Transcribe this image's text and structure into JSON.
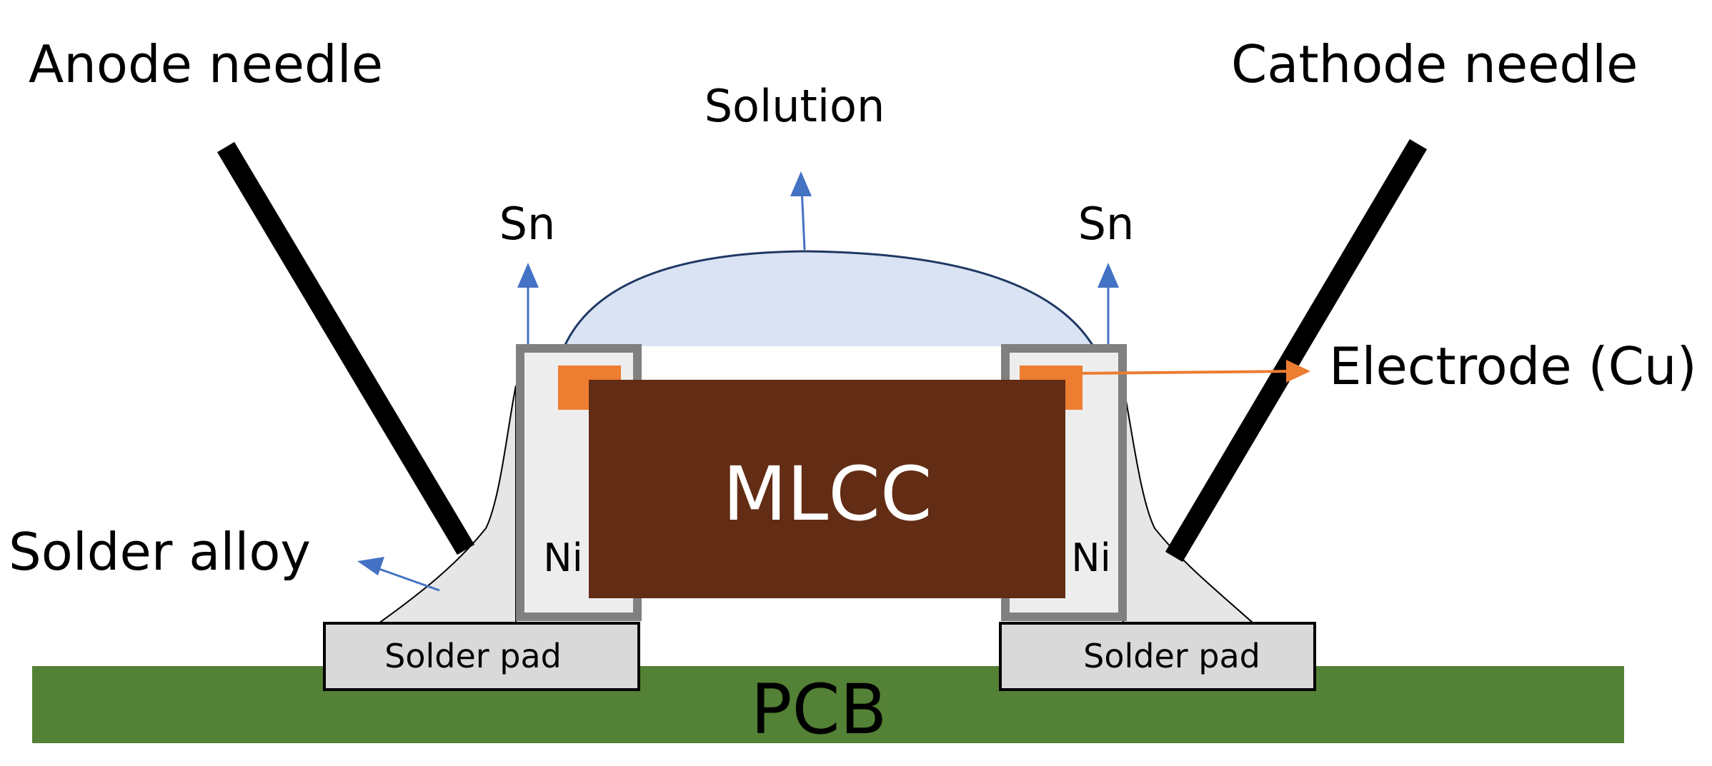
{
  "labels": {
    "anode_needle": "Anode needle",
    "cathode_needle": "Cathode needle",
    "solution": "Solution",
    "sn_left": "Sn",
    "sn_right": "Sn",
    "electrode": "Electrode (Cu)",
    "mlcc": "MLCC",
    "solder_alloy": "Solder alloy",
    "ni_left": "Ni",
    "ni_right": "Ni",
    "solder_pad_left": "Solder pad",
    "solder_pad_right": "Solder pad",
    "pcb": "PCB"
  },
  "colors": {
    "pcb": "#538135",
    "mlcc": "#632C14",
    "solution_fill": "#DAE3F3",
    "solution_stroke": "#1F3864",
    "electrode": "#ED7D31",
    "ni_frame": "#808080",
    "ni_fill": "#EDEDED",
    "solder_fill": "#E7E6E6",
    "pad_fill": "#D9D9D9",
    "needle": "#000000",
    "arrow_blue": "#4472C4",
    "arrow_orange": "#ED7D31",
    "text": "#000000",
    "mlcc_text": "#FFFFFF"
  }
}
